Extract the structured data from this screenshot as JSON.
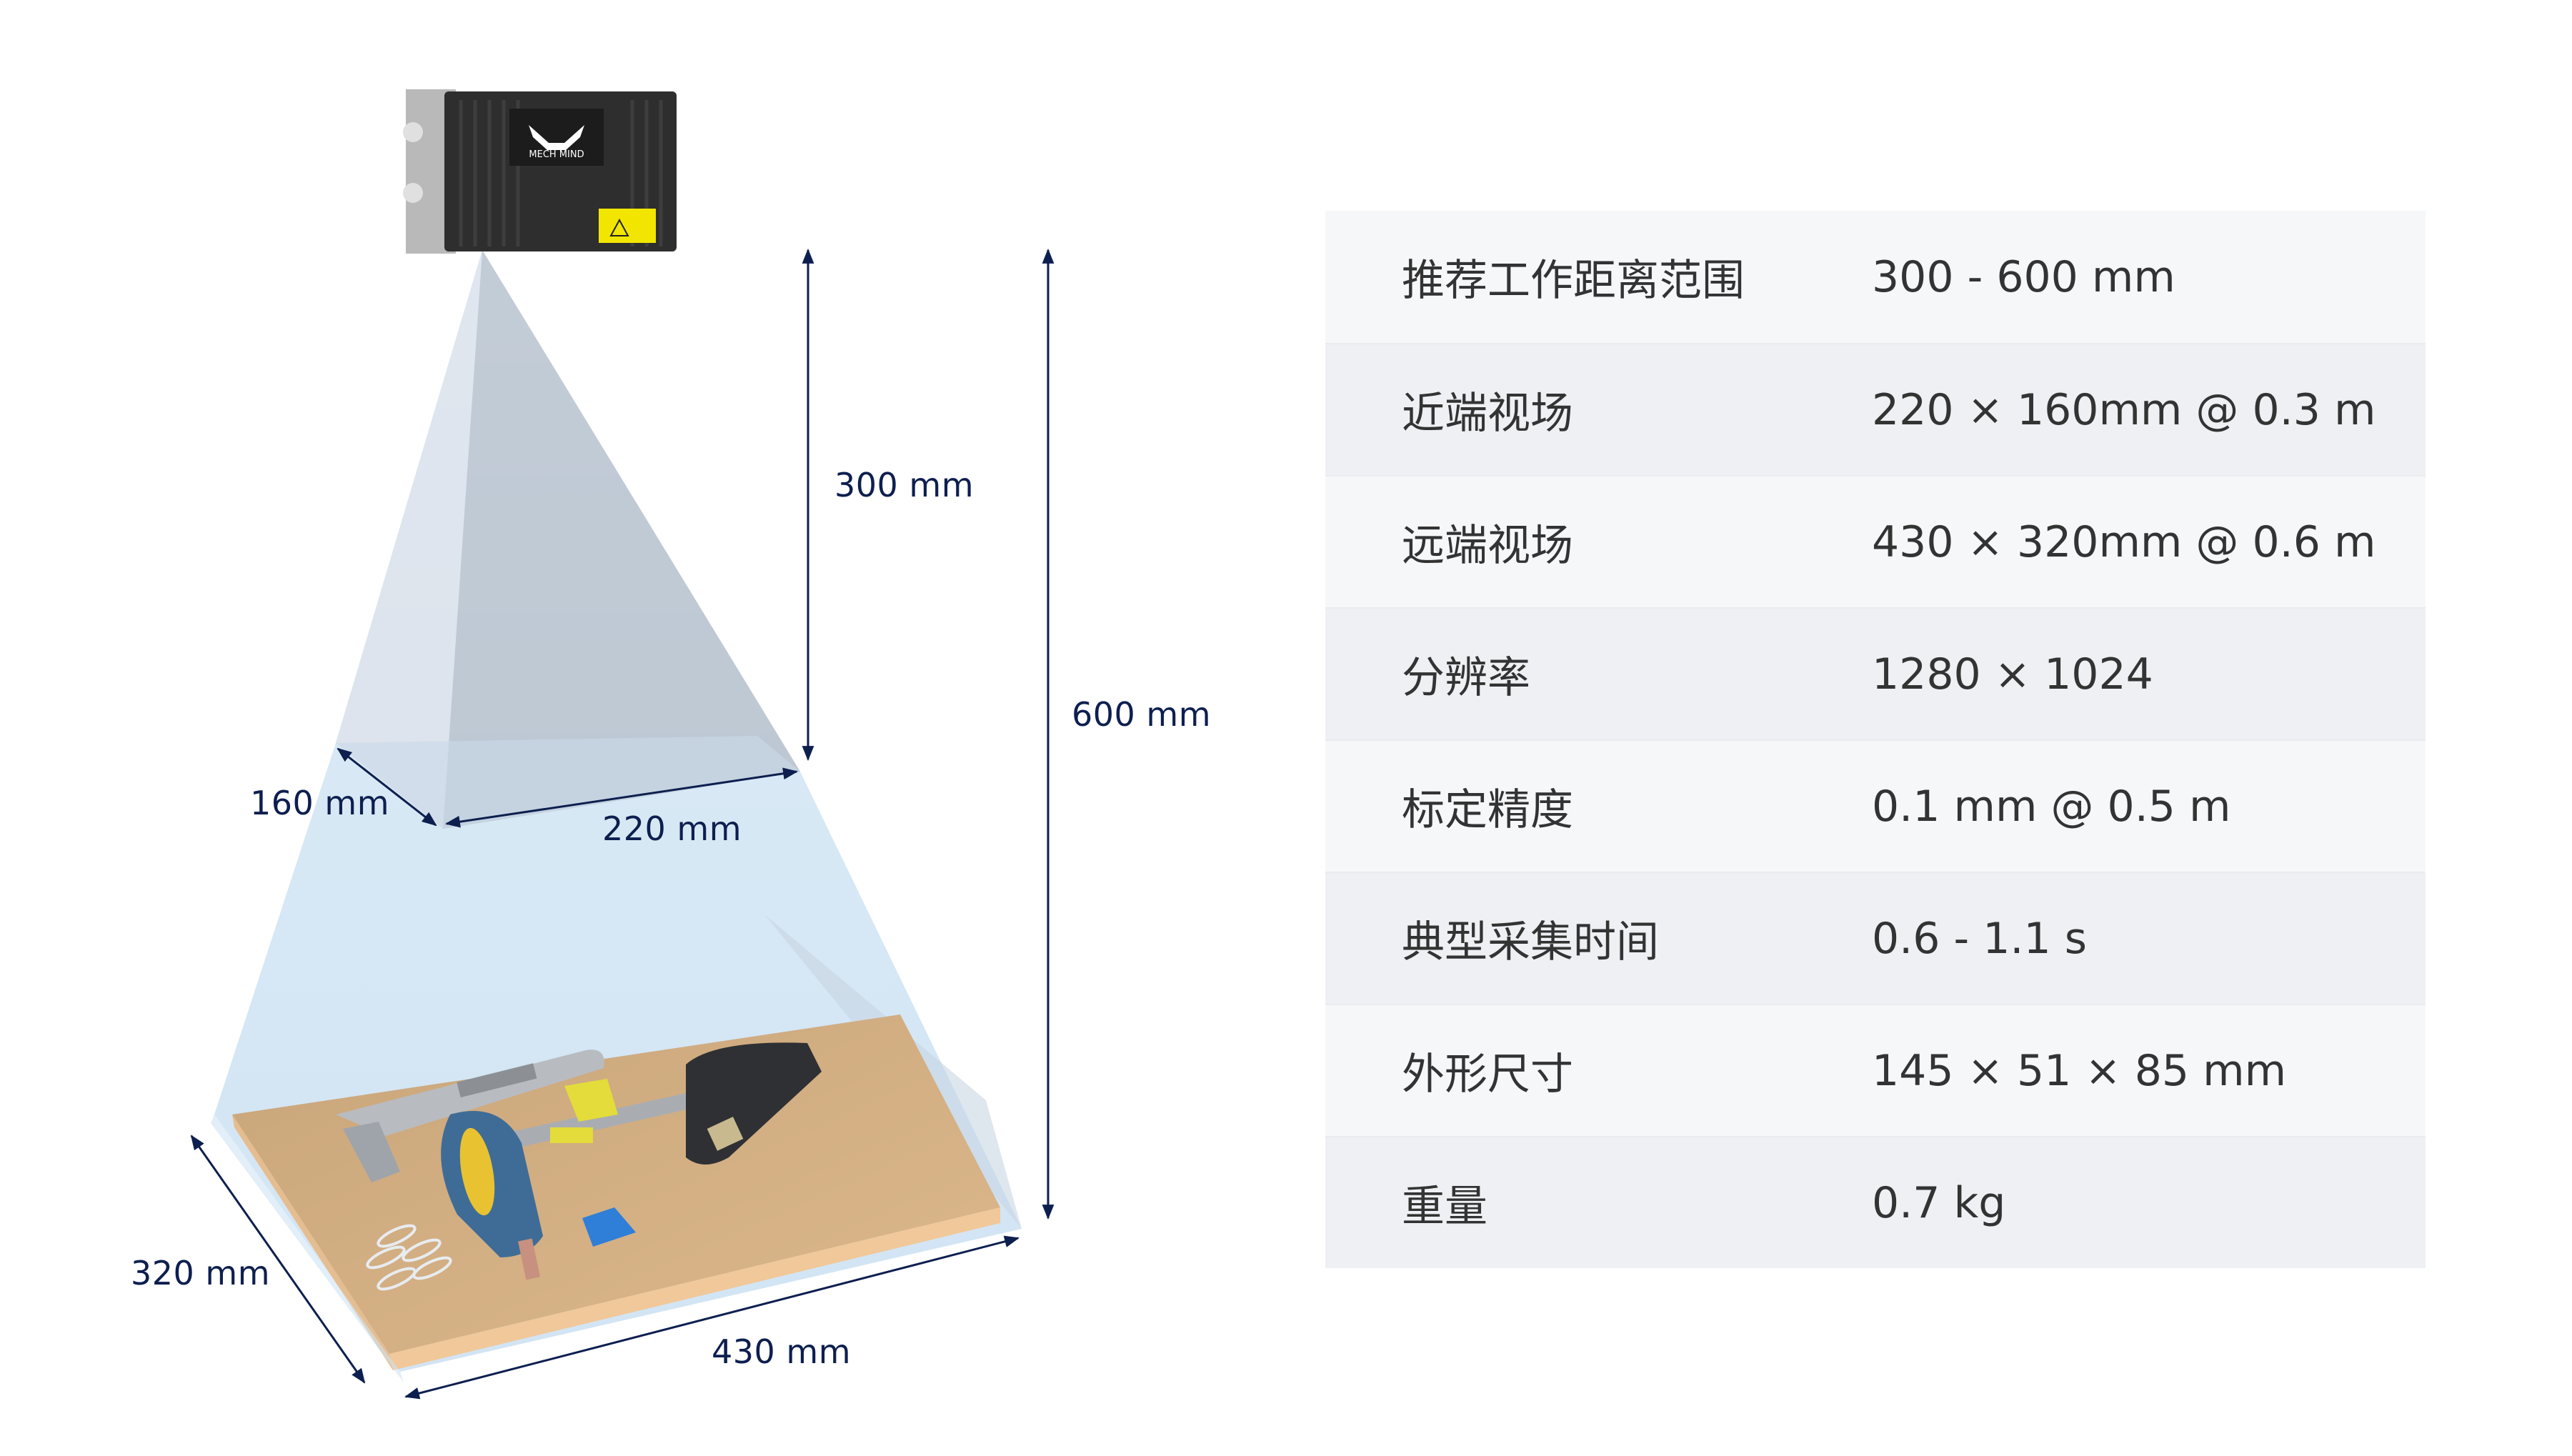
{
  "camera": {
    "brand_logo_text": "MECH MIND",
    "warning_label_color": "#f2e600",
    "body_color": "#2e2e2e"
  },
  "diagram": {
    "dimensions": {
      "near_distance": "300 mm",
      "far_distance": "600 mm",
      "near_depth": "160 mm",
      "near_width": "220 mm",
      "far_depth": "320 mm",
      "far_width": "430 mm"
    },
    "colors": {
      "dimension_line": "#0d1f4f",
      "fov_near": "#c3cbd4",
      "fov_far": "#d4e6f4",
      "board": "#d7b185"
    }
  },
  "specs": {
    "rows": [
      {
        "label": "推荐工作距离范围",
        "value": "300 - 600 mm"
      },
      {
        "label": "近端视场",
        "value": "220 × 160mm @ 0.3 m"
      },
      {
        "label": "远端视场",
        "value": "430 × 320mm @ 0.6 m"
      },
      {
        "label": "分辨率",
        "value": "1280 × 1024"
      },
      {
        "label": "标定精度",
        "value": "0.1 mm @ 0.5 m"
      },
      {
        "label": "典型采集时间",
        "value": "0.6 - 1.1 s"
      },
      {
        "label": "外形尺寸",
        "value": "145 × 51 × 85 mm"
      },
      {
        "label": "重量",
        "value": "0.7 kg"
      }
    ],
    "colors": {
      "row_odd": "#f6f7f9",
      "row_even": "#eff0f4",
      "text": "#333333"
    }
  }
}
